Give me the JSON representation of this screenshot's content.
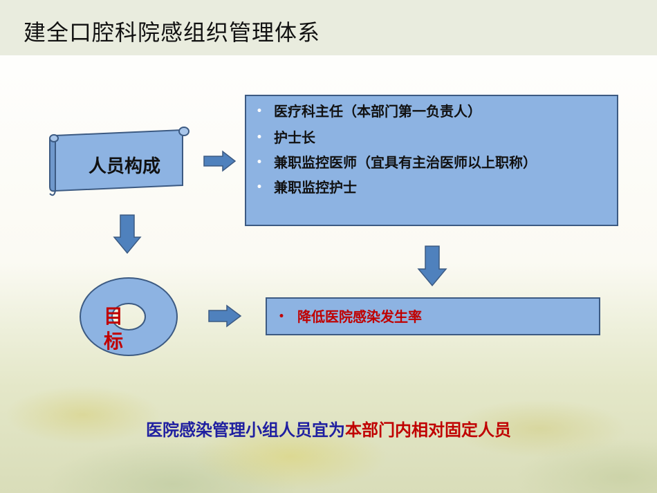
{
  "title": "建全口腔科院感组织管理体系",
  "composition": {
    "label": "人员构成",
    "members": [
      "医疗科主任（本部门第一负责人）",
      "护士长",
      "兼职监控医师（宜具有主治医师以上职称）",
      "兼职监控护士"
    ]
  },
  "goal": {
    "label": "目标",
    "items": [
      "降低医院感染发生率"
    ]
  },
  "bullet_char": "•",
  "note": {
    "prefix": "医院感染管理小组人员宜为",
    "highlight": "本部门内相对固定人员"
  },
  "colors": {
    "box_fill": "#8db3e2",
    "box_border": "#3c5a82",
    "arrow": "#4f81bd",
    "highlight_red": "#c00000",
    "note_blue": "#1f1fa0"
  }
}
